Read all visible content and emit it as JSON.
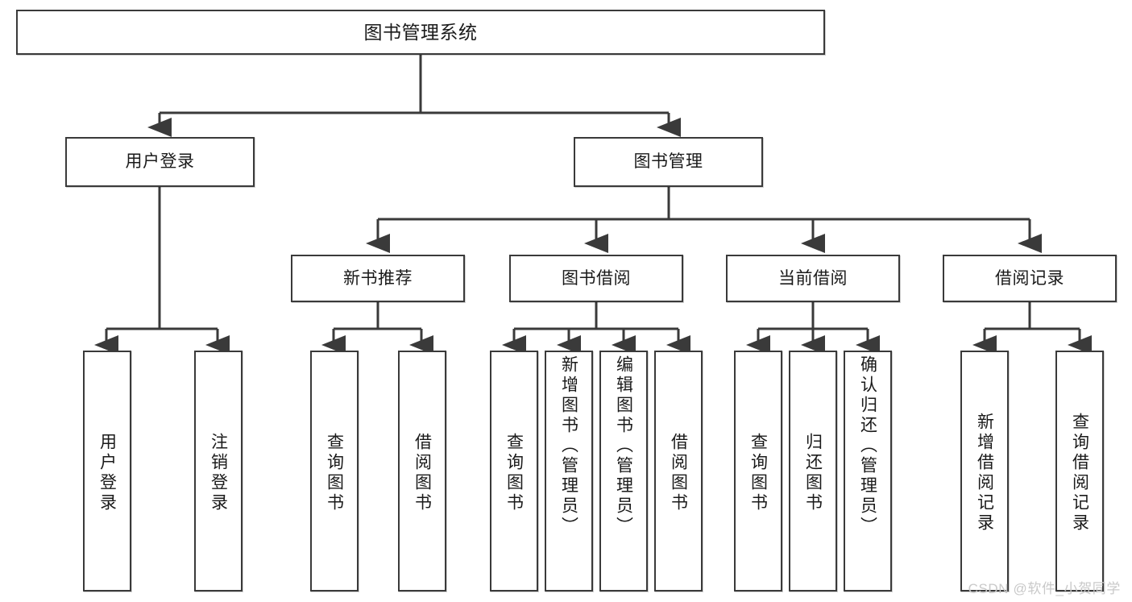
{
  "diagram": {
    "type": "tree",
    "title": "图书管理系统",
    "watermark": "CSDN @软件_小贺同学",
    "colors": {
      "stroke": "#3a3a3a",
      "fill": "#ffffff",
      "text": "#1a1a1a",
      "watermark": "#c9c9c9"
    },
    "root": {
      "label": "图书管理系统"
    },
    "level1": [
      {
        "label": "用户登录"
      },
      {
        "label": "图书管理"
      }
    ],
    "level2": [
      {
        "label": "新书推荐"
      },
      {
        "label": "图书借阅"
      },
      {
        "label": "当前借阅"
      },
      {
        "label": "借阅记录"
      }
    ],
    "leaves": {
      "user_login": [
        {
          "label": "用户登录"
        },
        {
          "label": "注销登录"
        }
      ],
      "new_book": [
        {
          "label": "查询图书"
        },
        {
          "label": "借阅图书"
        }
      ],
      "borrow_book": [
        {
          "label": "查询图书"
        },
        {
          "label": "新增图书（管理员）"
        },
        {
          "label": "编辑图书（管理员）"
        },
        {
          "label": "借阅图书"
        }
      ],
      "current_borrow": [
        {
          "label": "查询图书"
        },
        {
          "label": "归还图书"
        },
        {
          "label": "确认归还（管理员）"
        }
      ],
      "borrow_record": [
        {
          "label": "新增借阅记录"
        },
        {
          "label": "查询借阅记录"
        }
      ]
    }
  }
}
